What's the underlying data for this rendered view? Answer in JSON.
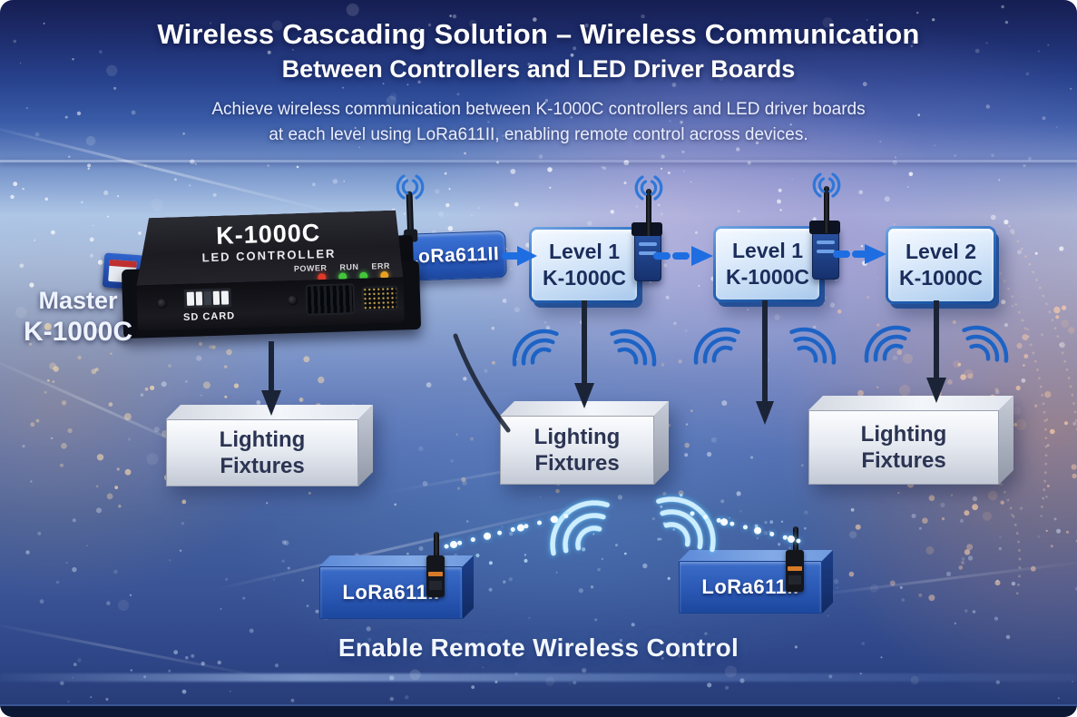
{
  "header": {
    "title_line1": "Wireless Cascading Solution – Wireless Communication",
    "title_line2": "Between Controllers and LED Driver Boards",
    "subtitle_line1": "Achieve wireless communication between K-1000C controllers and LED driver boards",
    "subtitle_line2": "at each level using LoRa611II, enabling remote control across devices."
  },
  "master": {
    "label_line1": "Master",
    "label_line2": "K-1000C",
    "device_name": "K-1000C",
    "device_subtitle": "LED CONTROLLER",
    "sd_card_label": "SD CARD",
    "led_power": "POWER",
    "led_run": "RUN",
    "led_err": "ERR"
  },
  "modules": {
    "top_lora_label": "LoRa611II"
  },
  "controllers": [
    {
      "line1": "Level 1",
      "line2": "K-1000C"
    },
    {
      "line1": "Level 1",
      "line2": "K-1000C"
    },
    {
      "line1": "Level 2",
      "line2": "K-1000C"
    }
  ],
  "fixtures": [
    {
      "line1": "Lighting",
      "line2": "Fixtures"
    },
    {
      "line1": "Lighting",
      "line2": "Fixtures"
    },
    {
      "line1": "Lighting",
      "line2": "Fixtures"
    }
  ],
  "bottom": {
    "lora_left_label": "LoRa611II",
    "lora_right_label": "LoRa611II",
    "caption": "Enable Remote Wireless Control"
  },
  "colors": {
    "accent_arrow_blue": "#1e6ee2",
    "wifi_arc_blue": "#1d63c6",
    "down_arrow_dark": "#1b2436",
    "controller_text_navy": "#1b2d5b",
    "fixture_text_navy": "#2b3452",
    "led_power_red": "#e03828",
    "led_run_green": "#43c63a",
    "led_err_amber": "#e8a020"
  }
}
